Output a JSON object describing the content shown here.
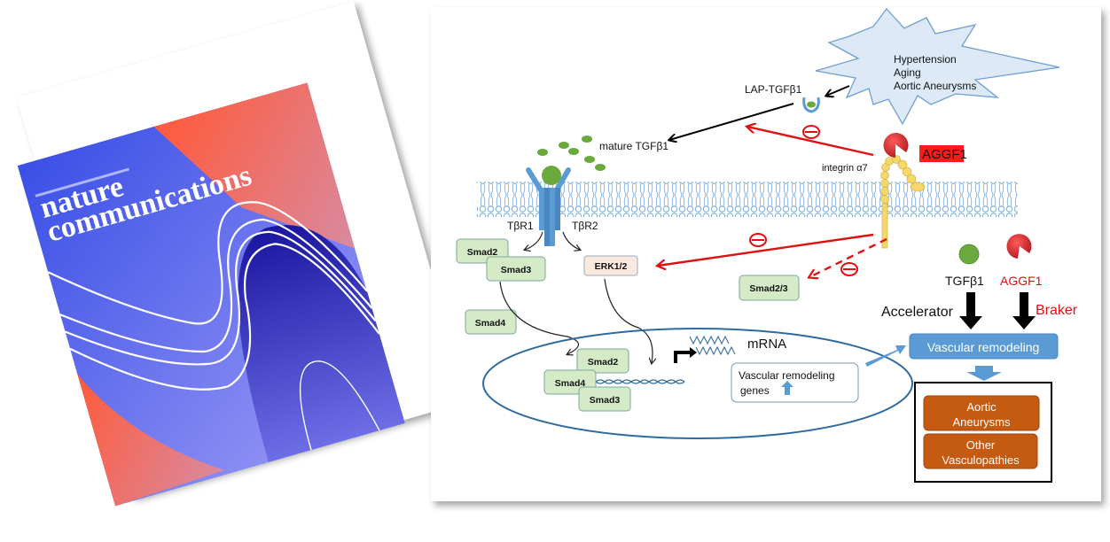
{
  "journal_cover": {
    "title_line1": "nature",
    "title_line2": "communications",
    "colors": {
      "blue": "#3b4fe0",
      "red": "#ee5a4a",
      "dark_blue": "#1c1aa0",
      "light_blue": "#8a8cf0"
    }
  },
  "diagram": {
    "stress_burst": {
      "lines": [
        "Hypertension",
        "Aging",
        "Aortic Aneurysms"
      ]
    },
    "lap_tgfb1": "LAP-TGFβ1",
    "mature_tgfb1": "mature TGFβ1",
    "receptors": {
      "r1": "TβR1",
      "r2": "TβR2"
    },
    "integrin": "integrin α7",
    "aggf1_tag": "AGGF1",
    "inhibit_symbol": "⊖",
    "cytoplasm": {
      "smad2": "Smad2",
      "smad3": "Smad3",
      "smad4": "Smad4",
      "erk": "ERK1/2",
      "smad23": "Smad2/3"
    },
    "nucleus": {
      "smad2": "Smad2",
      "smad4": "Smad4",
      "smad3": "Smad3",
      "mrna": "mRNA",
      "genes_line1": "Vascular remodeling",
      "genes_line2": "genes"
    },
    "summary": {
      "tgfb1": "TGFβ1",
      "aggf1": "AGGF1",
      "accelerator": "Accelerator",
      "braker": "Braker",
      "vascular_remodeling": "Vascular remodeling",
      "outcomes": [
        {
          "line1": "Aortic",
          "line2": "Aneurysms"
        },
        {
          "line1": "Other",
          "line2": "Vasculopathies"
        }
      ]
    },
    "colors": {
      "inhibit_red": "#e01010",
      "aggf1_red": "#c8262a",
      "tag_red": "#ff1a1a",
      "tgf_green": "#6aaa3c",
      "receptor_blue": "#5b9bd5",
      "membrane_blue": "#7fb0dd",
      "integrin_yellow": "#f6d86a",
      "smad_green": "#d5ebc8",
      "erk_peach": "#fbe9df",
      "nucleus_outline": "#2e6aa0",
      "remodeling_blue": "#5b9bd5",
      "outcome_orange": "#c55a11",
      "burst_fill": "#dde9f6"
    }
  }
}
